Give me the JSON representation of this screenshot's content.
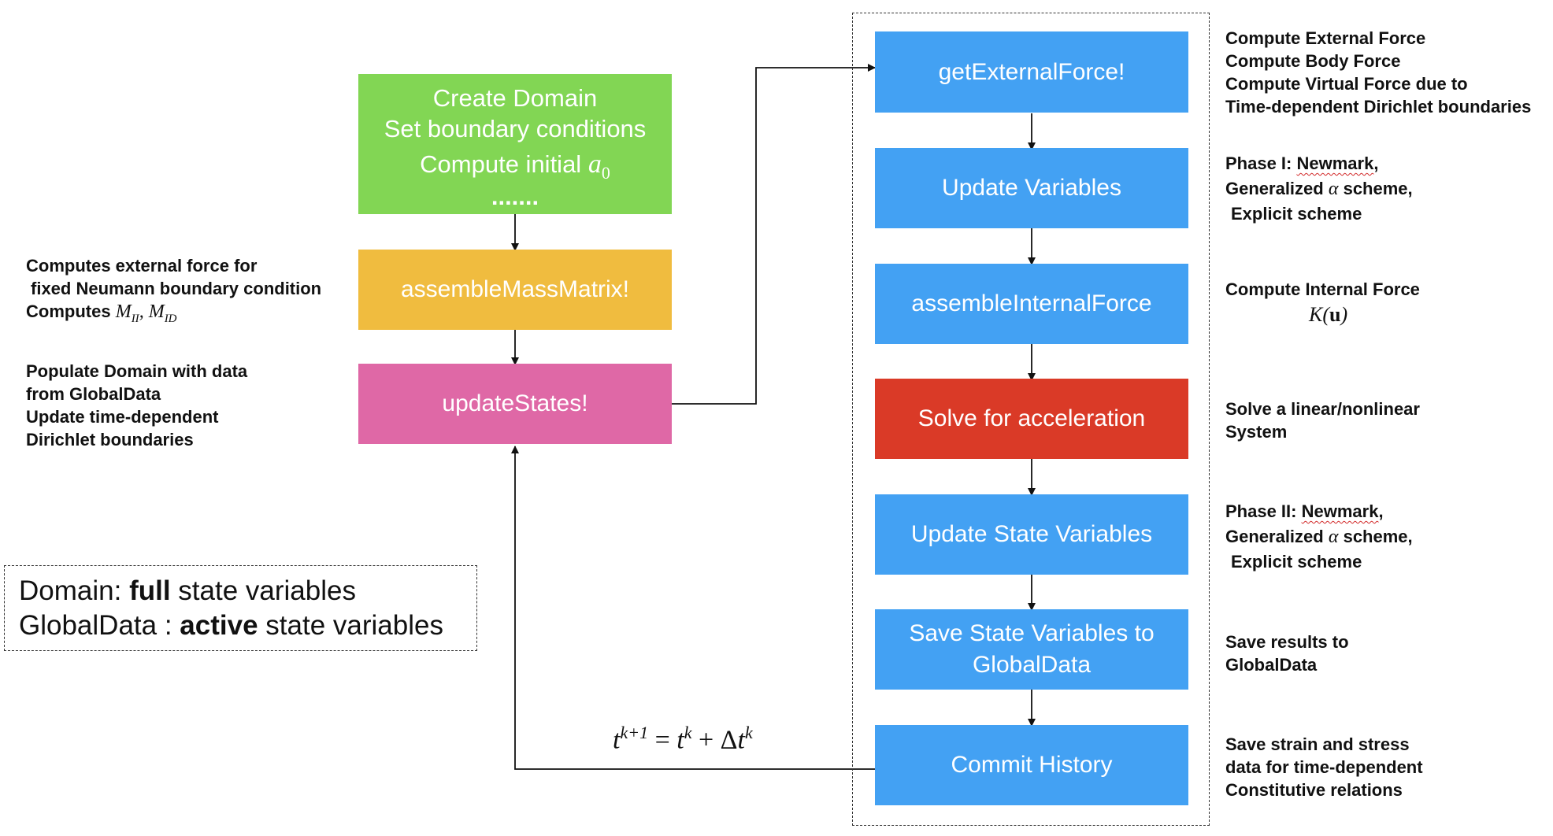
{
  "colors": {
    "green": "#82d654",
    "yellow": "#f0bc3f",
    "pink": "#df68a6",
    "blue": "#43a1f3",
    "red": "#da3a27"
  },
  "left_boxes": {
    "create_domain": {
      "line1": "Create Domain",
      "line2": "Set boundary conditions",
      "line3_text": "Compute initial",
      "line3_math": "a",
      "line3_sub": "0",
      "line4": "......."
    },
    "assemble_mass": "assembleMassMatrix!",
    "update_states": "updateStates!"
  },
  "right_boxes": [
    "getExternalForce!",
    "Update Variables",
    "assembleInternalForce",
    "Solve for acceleration",
    "Update State Variables",
    "Save State Variables to GlobalData",
    "Commit History"
  ],
  "left_notes": {
    "mass": {
      "line1": "Computes external force for",
      "line2": "fixed Neumann boundary condition",
      "line3_text": "Computes",
      "m1": "M",
      "m1_sub": "II",
      "m2": "M",
      "m2_sub": "ID"
    },
    "states": {
      "line1": "Populate Domain with data",
      "line2": "from GlobalData",
      "line3": "Update time-dependent",
      "line4": "Dirichlet boundaries"
    }
  },
  "right_notes": {
    "external": {
      "line1": "Compute External Force",
      "line2": "Compute Body Force",
      "line3": "Compute Virtual Force due to",
      "line4": "Time-dependent Dirichlet boundaries"
    },
    "phase1": {
      "prefix": "Phase I:",
      "name": "Newmark",
      "comma": ",",
      "gen": "Generalized",
      "alpha": "α",
      "scheme": "scheme,",
      "explicit": "Explicit scheme"
    },
    "internal": {
      "line1": "Compute Internal Force",
      "k": "K",
      "u": "u"
    },
    "solve": {
      "line1": "Solve a linear/nonlinear",
      "line2": "System"
    },
    "phase2": {
      "prefix": "Phase II:",
      "name": "Newmark",
      "comma": ",",
      "gen": "Generalized",
      "alpha": "α",
      "scheme": "scheme,",
      "explicit": "Explicit scheme"
    },
    "save": {
      "line1": "Save results to",
      "line2": "GlobalData"
    },
    "commit": {
      "line1": "Save strain and stress",
      "line2": "data for time-dependent",
      "line3": "Constitutive relations"
    }
  },
  "legend": {
    "line1_prefix": "Domain:",
    "line1_bold": "full",
    "line1_suffix": "state variables",
    "line2_prefix": "GlobalData :",
    "line2_bold": "active",
    "line2_suffix": "state variables"
  },
  "formula": {
    "t": "t",
    "sup_k1": "k+1",
    "eq": "=",
    "sup_k": "k",
    "plus": "+",
    "delta": "Δ"
  }
}
